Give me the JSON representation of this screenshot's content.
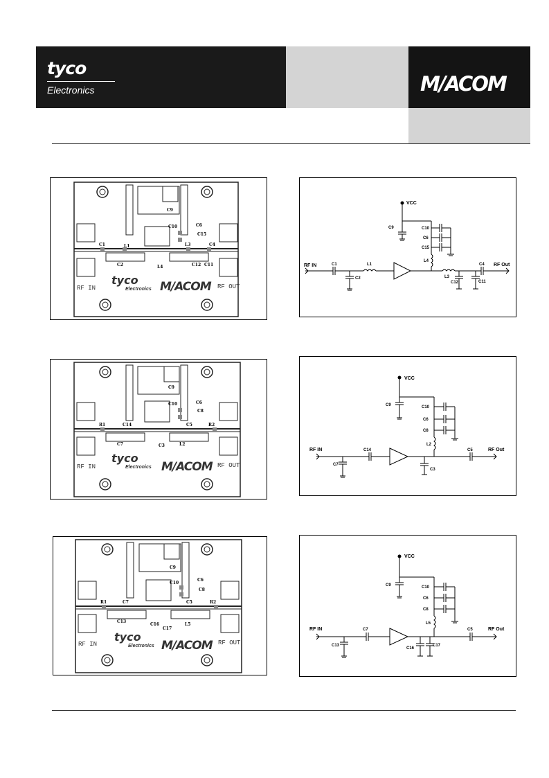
{
  "header": {
    "brand_left_word": "tyco",
    "brand_left_sub": "Electronics",
    "brand_right": "M/ACOM"
  },
  "boards": [
    {
      "id": "board-1",
      "rf_in": "RF IN",
      "rf_out": "RF OUT",
      "logo_tyco": "tyco",
      "logo_sub": "Electronics",
      "logo_macom": "M/ACOM",
      "labels": [
        "C9",
        "C6",
        "C10",
        "C15",
        "C1",
        "L1",
        "L3",
        "C4",
        "C2",
        "L4",
        "C12",
        "C11"
      ]
    },
    {
      "id": "board-2",
      "rf_in": "RF IN",
      "rf_out": "RF OUT",
      "logo_tyco": "tyco",
      "logo_sub": "Electronics",
      "logo_macom": "M/ACOM",
      "labels": [
        "C9",
        "C6",
        "C10",
        "C8",
        "R1",
        "C14",
        "C5",
        "R2",
        "C7",
        "C3",
        "L2"
      ]
    },
    {
      "id": "board-3",
      "rf_in": "RF IN",
      "rf_out": "RF OUT",
      "logo_tyco": "tyco",
      "logo_sub": "Electronics",
      "logo_macom": "M/ACOM",
      "labels": [
        "C9",
        "C6",
        "C10",
        "C8",
        "R1",
        "C7",
        "C5",
        "R2",
        "C13",
        "C16",
        "C17",
        "L5"
      ]
    }
  ],
  "schematics": [
    {
      "id": "schematic-1",
      "vcc": "VCC",
      "rf_in": "RF IN",
      "rf_out": "RF Out",
      "labels": {
        "supply_cap": "C9",
        "bypass": [
          "C10",
          "C6",
          "C15"
        ],
        "choke": "L4",
        "in_series_cap": "C1",
        "in_shunt_cap": "C2",
        "in_inductor": "L1",
        "out_inductor": "L3",
        "out_shunt_cap_a": "C12",
        "out_shunt_cap_b": "C11",
        "out_series_cap": "C4"
      }
    },
    {
      "id": "schematic-2",
      "vcc": "VCC",
      "rf_in": "RF IN",
      "rf_out": "RF Out",
      "labels": {
        "supply_cap": "C9",
        "bypass": [
          "C10",
          "C6",
          "C8"
        ],
        "choke": "L2",
        "in_shunt_cap": "C7",
        "in_series_cap": "C14",
        "out_shunt_cap": "C3",
        "out_series_cap": "C5"
      }
    },
    {
      "id": "schematic-3",
      "vcc": "VCC",
      "rf_in": "RF IN",
      "rf_out": "RF Out",
      "labels": {
        "supply_cap": "C9",
        "bypass": [
          "C10",
          "C6",
          "C8"
        ],
        "choke": "L5",
        "in_shunt_cap": "C13",
        "in_series_cap": "C7",
        "out_shunt_cap_a": "C16",
        "out_shunt_cap_b": "C17",
        "out_series_cap": "C5"
      }
    }
  ]
}
